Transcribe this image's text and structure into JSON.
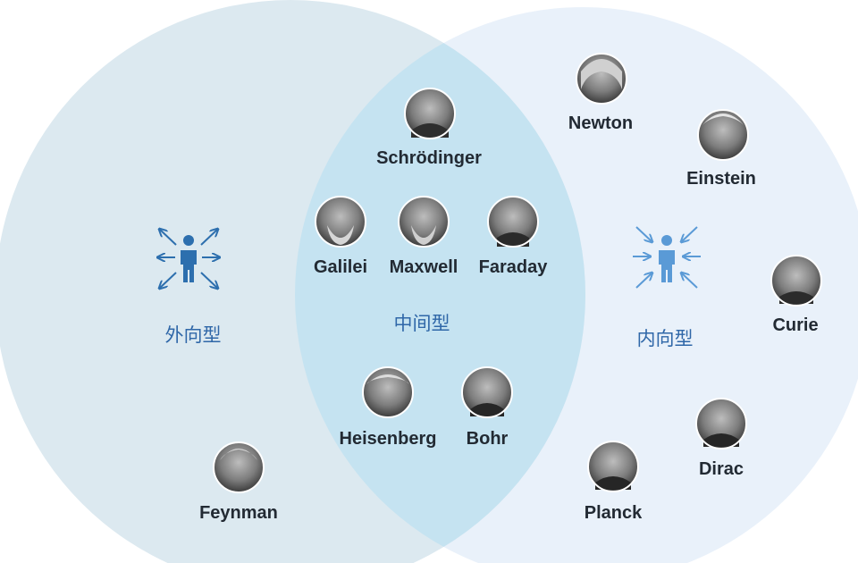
{
  "categories": {
    "extrovert": "外向型",
    "ambivert": "中间型",
    "introvert": "内向型"
  },
  "colors": {
    "left_circle": "#dce9f0",
    "right_circle": "#e9f1fa",
    "overlap": "#c5e3f1",
    "icon_blue": "#2d6fae",
    "icon_light_blue": "#5a9ad6",
    "label_dark": "#222a33"
  },
  "icons": {
    "extrovert": "person-arrows-outward-icon",
    "introvert": "person-arrows-inward-icon"
  },
  "scientists": {
    "schrodinger": "Schrödinger",
    "galilei": "Galilei",
    "maxwell": "Maxwell",
    "faraday": "Faraday",
    "heisenberg": "Heisenberg",
    "bohr": "Bohr",
    "newton": "Newton",
    "einstein": "Einstein",
    "curie": "Curie",
    "dirac": "Dirac",
    "planck": "Planck",
    "feynman": "Feynman"
  }
}
